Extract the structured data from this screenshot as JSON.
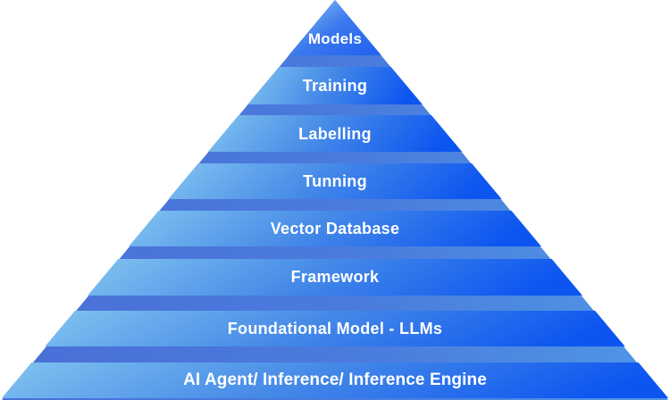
{
  "diagram": {
    "type": "pyramid",
    "layer_count": 8,
    "layers": [
      {
        "label": "Models"
      },
      {
        "label": "Training"
      },
      {
        "label": "Labelling"
      },
      {
        "label": "Tunning"
      },
      {
        "label": "Vector Database"
      },
      {
        "label": "Framework"
      },
      {
        "label": "Foundational Model - LLMs"
      },
      {
        "label": "AI Agent/ Inference/ Inference Engine"
      }
    ],
    "colors": {
      "band_gradient_left": "#82c4ef",
      "band_gradient_mid": "#4589e8",
      "band_gradient_right": "#0d55f0",
      "top_triangle_light": "#90c9f1",
      "top_triangle_dark": "#2465f0",
      "separator_left": "#4a6fd8",
      "separator_right": "#4f97e6",
      "label_text": "#ffffff",
      "page_background": "#ffffff"
    }
  }
}
